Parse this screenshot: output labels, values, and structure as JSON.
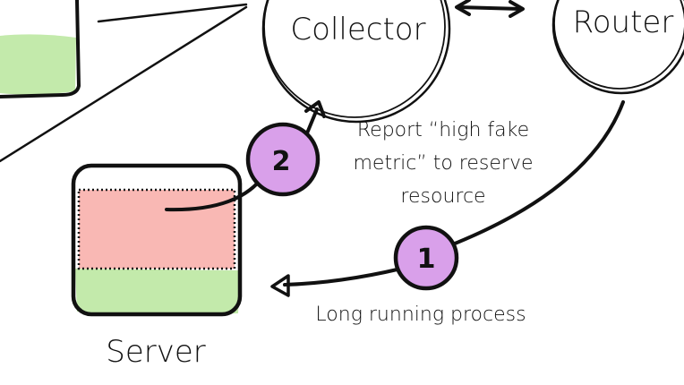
{
  "nodes": {
    "collector": "Collector",
    "router": "Router",
    "server": "Server"
  },
  "steps": {
    "step1": "1",
    "step2": "2"
  },
  "annotations": {
    "report_line1": "Report “high fake",
    "report_line2": "metric” to reserve",
    "report_line3": "resource",
    "long_running": "Long running process"
  },
  "colors": {
    "step_badge": "#d9a0ea",
    "usage_high": "#f9b8b4",
    "usage_free": "#c3eaab"
  }
}
